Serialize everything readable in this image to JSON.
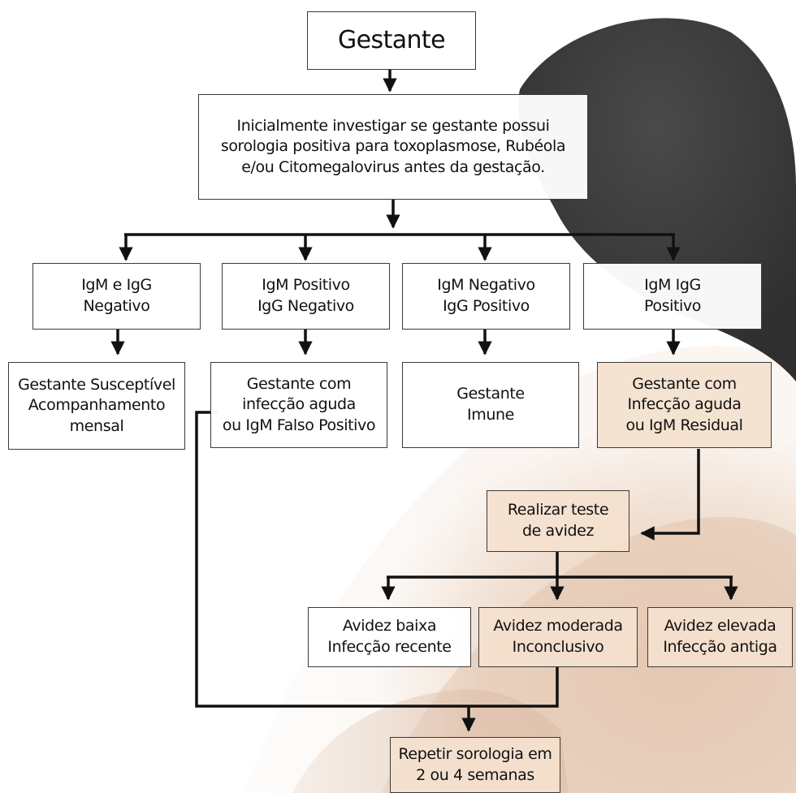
{
  "root": {
    "label": "Gestante"
  },
  "intro": {
    "lines": [
      "Inicialmente investigar se gestante possui",
      "sorologia positiva para toxoplasmose, Rubéola",
      "e/ou Citomegalovirus antes da gestação."
    ]
  },
  "results": [
    {
      "lines": [
        "IgM e IgG",
        "Negativo"
      ]
    },
    {
      "lines": [
        "IgM Positivo",
        "IgG Negativo"
      ]
    },
    {
      "lines": [
        "IgM Negativo",
        "IgG Positivo"
      ]
    },
    {
      "lines": [
        "IgM IgG",
        "Positivo"
      ]
    }
  ],
  "outcomes": [
    {
      "lines": [
        "Gestante Susceptível",
        "Acompanhamento",
        "mensal"
      ]
    },
    {
      "lines": [
        "Gestante com",
        "infecção aguda",
        "ou IgM Falso Positivo"
      ]
    },
    {
      "lines": [
        "Gestante",
        "Imune"
      ]
    },
    {
      "lines": [
        "Gestante com",
        "Infecção aguda",
        "ou IgM Residual"
      ]
    }
  ],
  "avidity_test": {
    "lines": [
      "Realizar teste",
      "de avidez"
    ]
  },
  "avidity_results": [
    {
      "lines": [
        "Avidez baixa",
        "Infecção recente"
      ]
    },
    {
      "lines": [
        "Avidez moderada",
        "Inconclusivo"
      ]
    },
    {
      "lines": [
        "Avidez elevada",
        "Infecção antiga"
      ]
    }
  ],
  "repeat": {
    "lines": [
      "Repetir sorologia em",
      "2 ou 4 semanas"
    ]
  },
  "colors": {
    "box_white": "#ffffff",
    "box_tan": "#f4e1ce",
    "line": "#111111",
    "text": "#111111",
    "bg_skin": "#e8d2bf",
    "bg_dark": "#3e3e3e"
  }
}
